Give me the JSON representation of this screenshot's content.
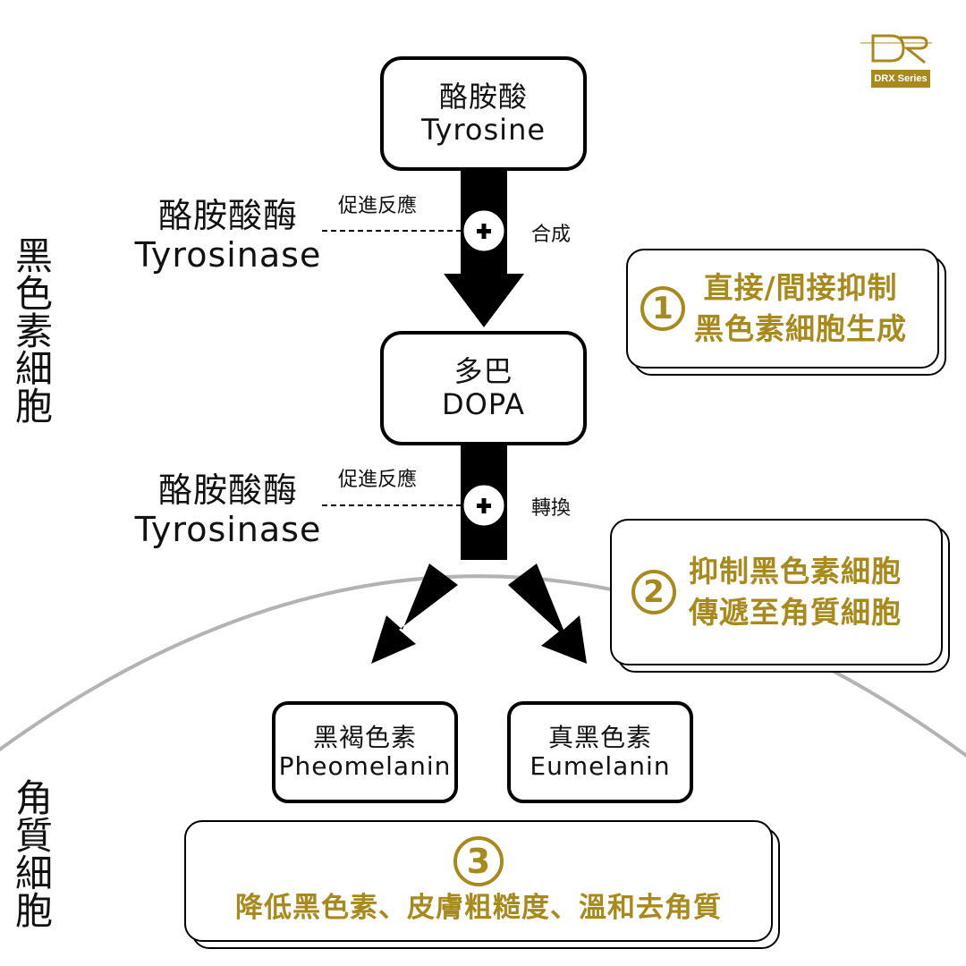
{
  "logo": {
    "text": "DRX Series"
  },
  "nodes": {
    "tyrosine": {
      "zh": "酪胺酸",
      "en": "Tyrosine"
    },
    "dopa": {
      "zh": "多巴",
      "en": "DOPA"
    },
    "pheomelanin": {
      "zh": "黑褐色素",
      "en": "Pheomelanin"
    },
    "eumelanin": {
      "zh": "真黑色素",
      "en": "Eumelanin"
    }
  },
  "enzymes": [
    {
      "zh": "酪胺酸酶",
      "en": "Tyrosinase",
      "tag": "促進反應",
      "action": "合成"
    },
    {
      "zh": "酪胺酸酶",
      "en": "Tyrosinase",
      "tag": "促進反應",
      "action": "轉換"
    }
  ],
  "side_labels": {
    "melanocyte": [
      "黑",
      "色",
      "素",
      "細",
      "胞"
    ],
    "keratinocyte": [
      "角",
      "質",
      "細",
      "胞"
    ]
  },
  "callouts": [
    {
      "num": "1",
      "lines": [
        "直接/間接抑制",
        "黑色素細胞生成"
      ]
    },
    {
      "num": "2",
      "lines": [
        "抑制黑色素細胞",
        "傳遞至角質細胞"
      ]
    },
    {
      "num": "3",
      "lines": [
        "降低黑色素、皮膚粗糙度、溫和去角質"
      ]
    }
  ],
  "colors": {
    "accent": "#a8891c",
    "line": "#000000",
    "cell_arc": "#b3b3b3"
  },
  "icons": [
    "plus-icon",
    "plus-icon"
  ]
}
